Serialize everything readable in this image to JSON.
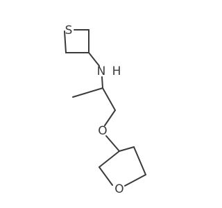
{
  "molecule": {
    "atoms": {
      "sulfur": "S",
      "amine_n": "N",
      "amine_h": "H",
      "ether_o": "O",
      "ring_o": "O"
    },
    "colors": {
      "bond": "#3a3a3a",
      "label": "#3a3a3a",
      "background": "#ffffff"
    }
  }
}
